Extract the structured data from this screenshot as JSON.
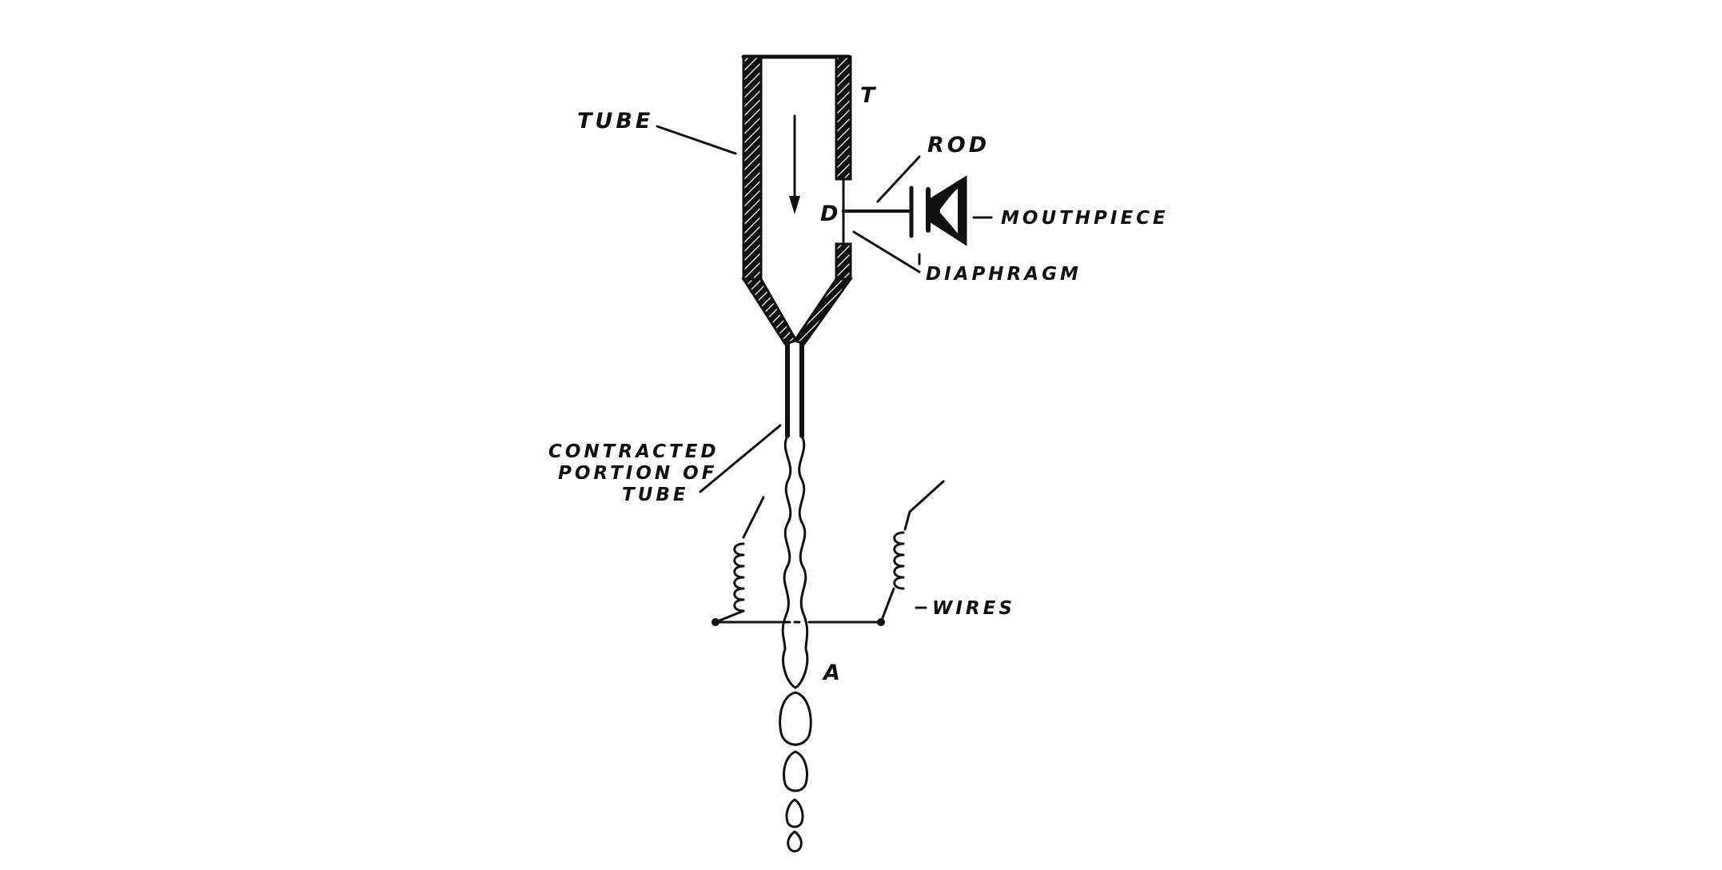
{
  "labels": {
    "tube": "TUBE",
    "t": "T",
    "rod": "ROD",
    "d": "D",
    "mouthpiece": "MOUTHPIECE",
    "diaphragm": "DIAPHRAGM",
    "contracted_line1": "CONTRACTED",
    "contracted_line2": "PORTION OF",
    "contracted_line3": "TUBE",
    "wires": "WIRES",
    "a": "A"
  },
  "colors": {
    "ink": "#111111",
    "background": "#ffffff"
  },
  "icons": [
    "flow-arrow-icon",
    "mouthpiece-icon",
    "coil-icon"
  ]
}
